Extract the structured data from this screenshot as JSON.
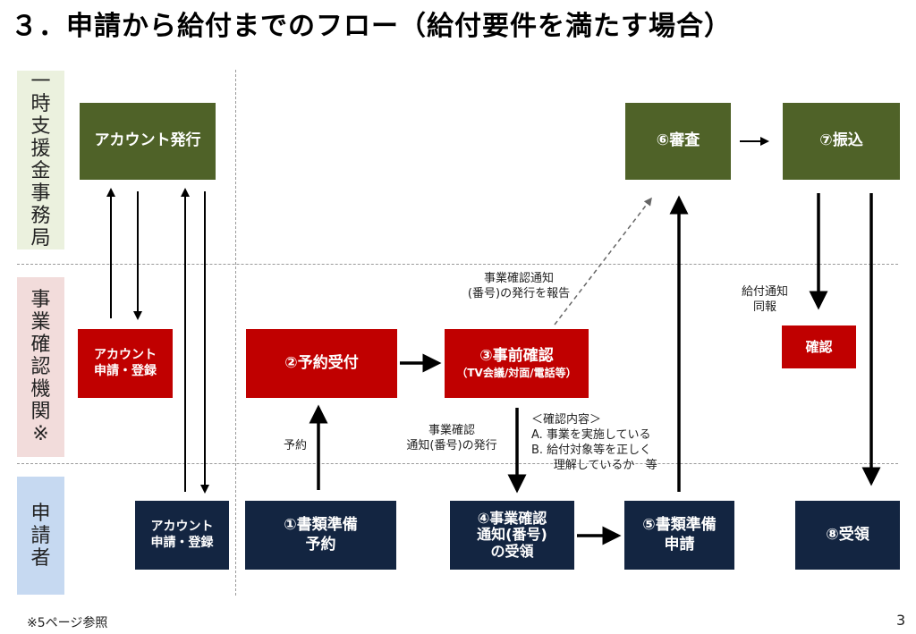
{
  "title": "３．申請から給付までのフロー（給付要件を満たす場合）",
  "lanes": [
    {
      "name": "secretariat",
      "chars": [
        "一",
        "時",
        "支",
        "援",
        "金",
        "事",
        "務",
        "局"
      ],
      "color": "#ebf1de"
    },
    {
      "name": "agency",
      "chars": [
        "事",
        "業",
        "確",
        "認",
        "機",
        "関",
        "※"
      ],
      "color": "#f2dcdb"
    },
    {
      "name": "applicant",
      "chars": [
        "申",
        "請",
        "者"
      ],
      "color": "#c6d9f1"
    }
  ],
  "boxes": {
    "account_issue": {
      "lines": [
        "アカウント発行"
      ]
    },
    "review": {
      "lines": [
        "⑥審査"
      ]
    },
    "transfer": {
      "lines": [
        "⑦振込"
      ]
    },
    "agency_account": {
      "lines": [
        "アカウント",
        "申請・登録"
      ]
    },
    "reservation_accept": {
      "lines": [
        "②予約受付"
      ]
    },
    "pre_check": {
      "lines": [
        "③事前確認",
        "（TV会議/対面/電話等）"
      ]
    },
    "confirm": {
      "lines": [
        "確認"
      ]
    },
    "applicant_account": {
      "lines": [
        "アカウント",
        "申請・登録"
      ]
    },
    "doc_prep_reserve": {
      "lines": [
        "①書類準備",
        "予約"
      ]
    },
    "receive_notice": {
      "lines": [
        "④事業確認",
        "通知(番号)",
        "の受領"
      ]
    },
    "doc_prep_apply": {
      "lines": [
        "⑤書類準備",
        "申請"
      ]
    },
    "receipt": {
      "lines": [
        "⑧受領"
      ]
    }
  },
  "labels": {
    "report_notice": [
      "事業確認通知",
      "(番号)の発行を報告"
    ],
    "payment_notice": [
      "給付通知",
      "同報"
    ],
    "reserve": [
      "予約"
    ],
    "issue_notice": [
      "事業確認",
      "通知(番号)の発行"
    ],
    "check_contents": [
      "＜確認内容＞",
      "A.  事業を実施している",
      "B.  給付対象等を正しく",
      "      理解しているか   等"
    ]
  },
  "colors": {
    "secretariat_box": "#4f6228",
    "agency_box": "#c00000",
    "applicant_box": "#132541"
  },
  "footnote": "※5ページ参照",
  "page_number": "3"
}
